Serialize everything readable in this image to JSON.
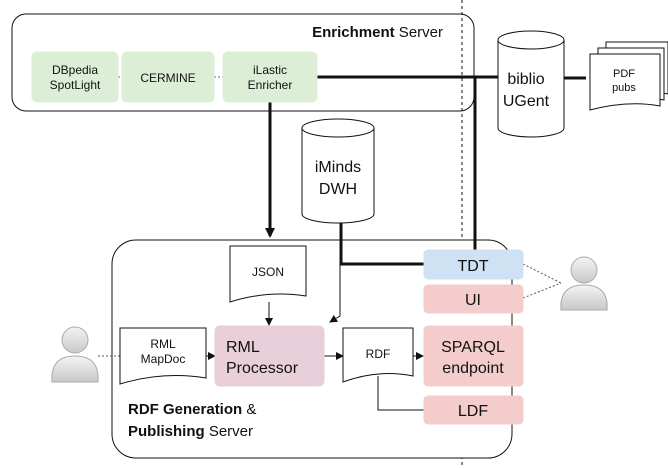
{
  "enrichment_server": {
    "title_bold": "Enrichment",
    "title_rest": " Server",
    "components": {
      "dbpedia": [
        "DBpedia",
        "SpotLight"
      ],
      "cermine": "CERMINE",
      "ilastic": [
        "iLastic",
        "Enricher"
      ]
    }
  },
  "biblio": [
    "biblio",
    "UGent"
  ],
  "pdf_pubs": [
    "PDF",
    "pubs"
  ],
  "iminds_dwh": [
    "iMinds",
    "DWH"
  ],
  "rdf_server": {
    "line1_bold": "RDF Generation",
    "line1_rest": " &",
    "line2_bold": "Publishing",
    "line2_rest": " Server"
  },
  "json_doc": "JSON",
  "rml_mapdoc": [
    "RML",
    "MapDoc"
  ],
  "rml_processor": [
    "RML",
    "Processor"
  ],
  "rdf_doc": "RDF",
  "services": {
    "tdt": "TDT",
    "ui": "UI",
    "sparql": [
      "SPARQL",
      "endpoint"
    ],
    "ldf": "LDF"
  },
  "colors": {
    "green": "#dcefd6",
    "pink": "#e9cfd9",
    "salmon": "#f4cccc",
    "blue": "#cfe2f3"
  }
}
